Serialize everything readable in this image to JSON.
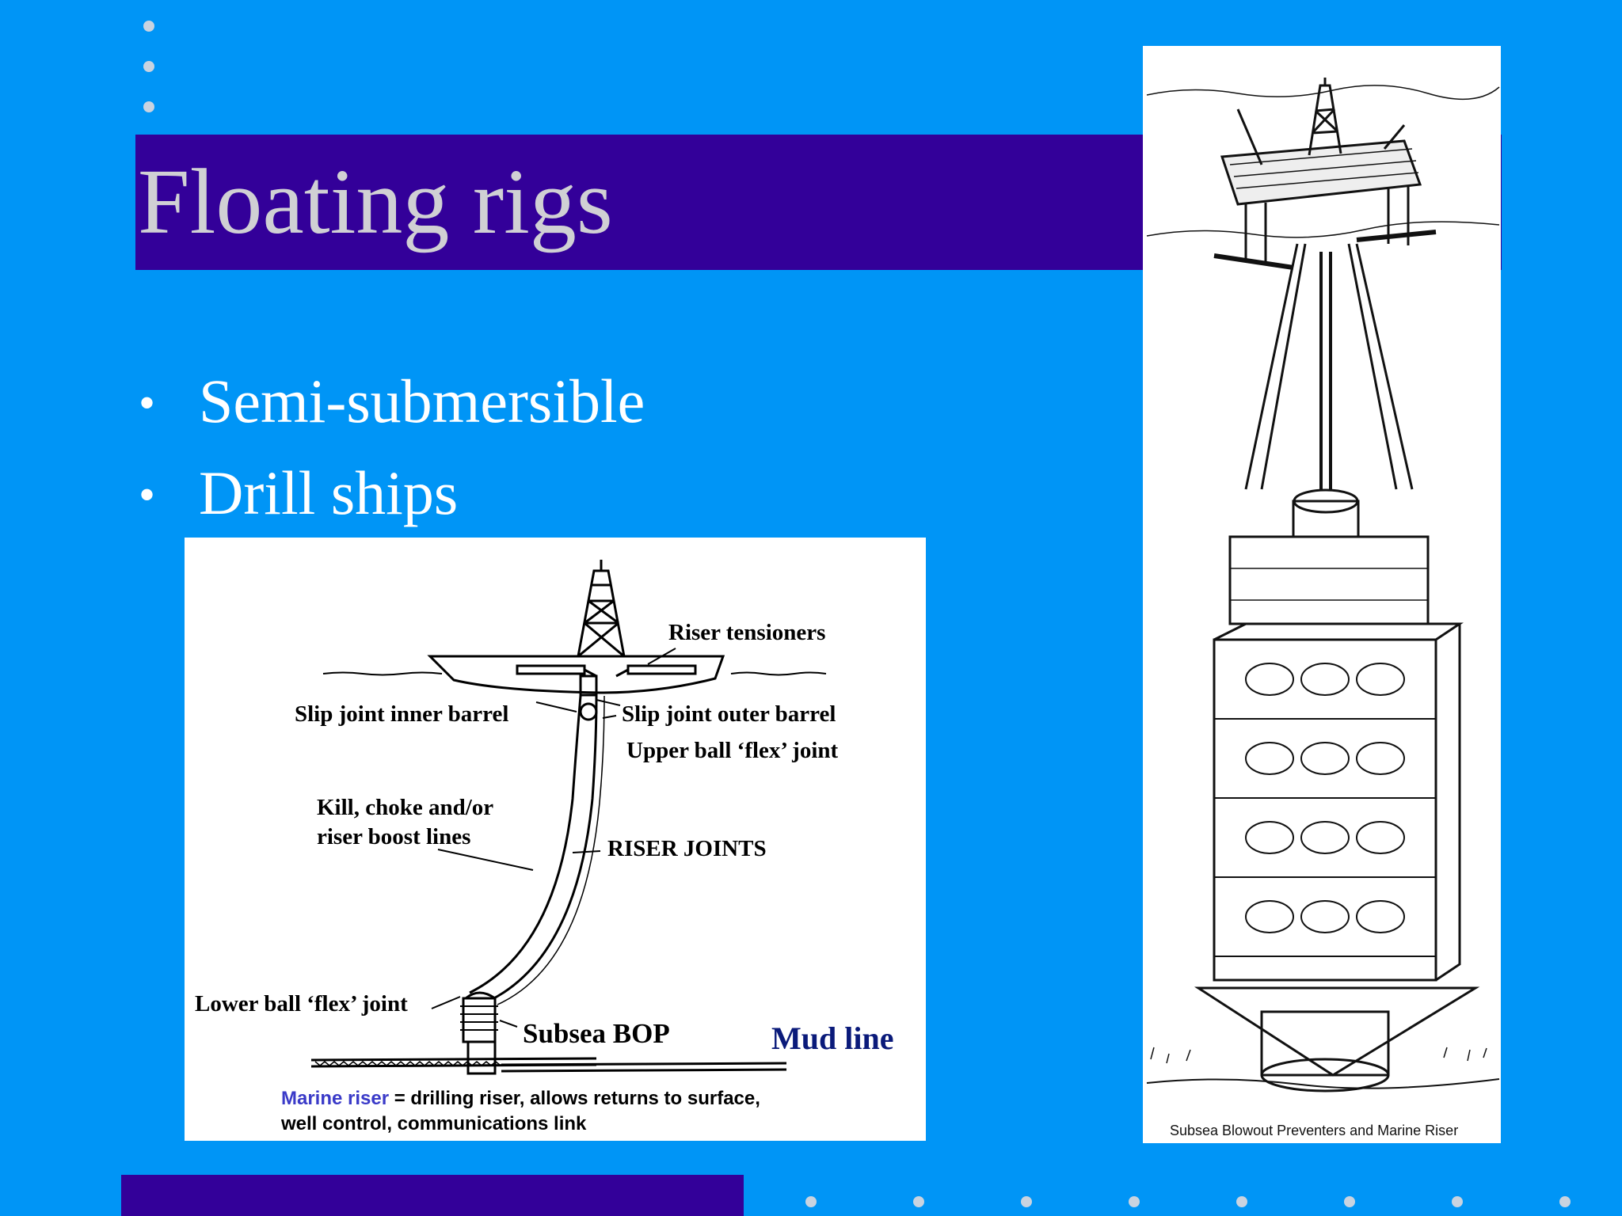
{
  "slide": {
    "title": "Floating rigs",
    "bullets": [
      "Semi-submersible",
      "Drill ships"
    ],
    "colors": {
      "background": "#0095f6",
      "title_band": "#330099",
      "title_text": "#d0d0d4",
      "bullet_text": "#ffffff",
      "mud_line": "#0a1a7a",
      "marine_riser": "#3a3ac8"
    }
  },
  "riser_diagram": {
    "labels": {
      "riser_tensioners": "Riser tensioners",
      "slip_joint_inner": "Slip joint inner barrel",
      "slip_joint_outer": "Slip joint outer barrel",
      "upper_ball": "Upper ball ‘flex’ joint",
      "kill_line_1": "Kill, choke and/or",
      "kill_line_2": "riser boost lines",
      "riser_joints": "RISER JOINTS",
      "lower_ball": "Lower ball ‘flex’ joint",
      "subsea_bop": "Subsea BOP",
      "mud_line": "Mud line"
    },
    "caption": {
      "term": "Marine riser",
      "rest_line1": " = drilling riser, allows returns to surface,",
      "line2": "well control, communications link"
    }
  },
  "bop_illustration": {
    "caption": "Subsea Blowout Preventers and Marine Riser"
  }
}
